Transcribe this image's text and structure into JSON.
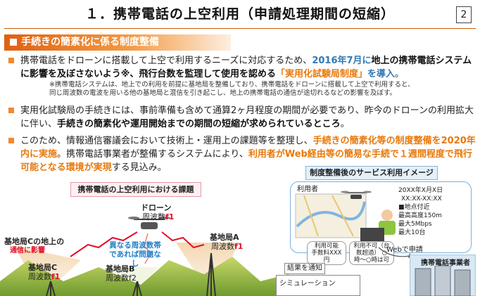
{
  "header": {
    "title": "１．携帯電話の上空利用（申請処理期間の短縮）",
    "page_number": "2"
  },
  "section": {
    "title": "手続きの簡素化に係る制度整備"
  },
  "bullets": [
    {
      "parts": [
        "携帯電話をドローンに搭載して上空で利用するニーズに対応するため、",
        "2016年7月に",
        "地上の携帯電話システムに影響を及ぼさないよう",
        "※、",
        "飛行台数を監理して使用を認める",
        "「実用化試験局制度」",
        "を導入",
        "。"
      ]
    },
    {
      "parts": [
        "実用化試験局の手続きには、事前準備も含めて通算2ヶ月程度の期間が必要であり、昨今のドローンの利用拡大に伴い、",
        "手続きの簡素化や運用開始までの期間の短縮が求められているところ",
        "。"
      ]
    },
    {
      "parts": [
        "このため、情報通信審議会において技術上・運用上の課題等を整理し、",
        "手続きの簡素化等の制度整備を2020年内に実施",
        "。携帯電話事業者が整備するシステムにより、",
        "利用者がWeb経由等の簡易な手続で１週間程度で飛行可能となる環境が実現",
        "する見込み。"
      ]
    }
  ],
  "note": {
    "line1": "※携帯電話システムは、地上での利用を前提に基地局を整備しており、携帯電話をドローンに搭載して上空で利用すると、",
    "line2": "同じ周波数の電波を用いる他の基地局と混信を引き起こし、地上の携帯電話の通信が途切れるなどの影響を及ぼす。"
  },
  "diagram_left": {
    "heading": "携帯電話の上空利用における課題",
    "drone_label": "ドローン",
    "drone_freq_prefix": "周波数",
    "drone_freq": "f1",
    "station_a": "基地局A",
    "station_a_freq_prefix": "周波数",
    "station_a_freq": "f1",
    "station_b": "基地局B",
    "station_b_freq": "周波数f2",
    "station_c": "基地局C",
    "station_c_freq_prefix": "周波数",
    "station_c_freq": "f1",
    "impact_label_1": "基地局Cの地上の",
    "impact_label_2": "通信に影響",
    "interference_note": "異なる周波数帯であれば問題なし"
  },
  "diagram_right": {
    "heading": "制度整備後のサービス利用イメージ",
    "user_label": "利用者",
    "flight_info": [
      "20XX年X月X日",
      "XX:XX-XX:XX",
      "■地点付近",
      "最高高度150m",
      "最大5Mbps",
      "最大10台"
    ],
    "bubble_ok": "利用可能 手数料XXX円",
    "bubble_ng": "利用不可（台数超過） ○時〜○時は可",
    "web_label": "Webで申請",
    "carrier_label": "携帯電話事業者",
    "notify_label": "結果を通知",
    "sim_label": "シミュレーション"
  },
  "colors": {
    "accent_orange": "#e8790c",
    "accent_blue": "#2f78b5",
    "alert_red": "#e0102a"
  }
}
